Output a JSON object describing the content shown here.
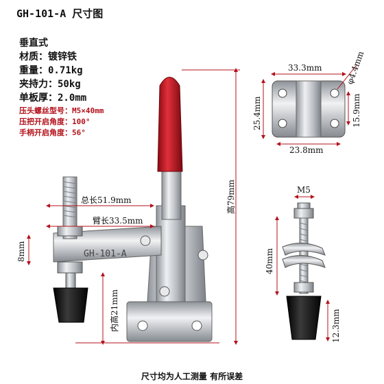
{
  "title": "GH-101-A 尺寸图",
  "specs": {
    "type": "垂直式",
    "material": "材质：镀锌铁",
    "weight": "重量：0.71kg",
    "clamp_force": "夹持力：50kg",
    "plate_thickness": "单板厚：2.0mm",
    "screw_spec": "压头螺丝型号：M5×40mm",
    "press_angle": "压把开启角度：100°",
    "handle_angle": "手柄开启角度：56°"
  },
  "dimensions": {
    "total_length": "总长51.9mm",
    "arm_length": "臂长33.5mm",
    "arm_height": "8mm",
    "inner_height": "内高21mm",
    "total_height": "高79mm",
    "base_width_top": "33.3mm",
    "hole_diameter": "φ4.4mm",
    "base_height": "25.4mm",
    "hole_spacing_v": "15.9mm",
    "base_width_bottom": "23.8mm",
    "screw_thread": "M5",
    "screw_length": "40mm",
    "tip_height": "12.3mm"
  },
  "arm_marking": "GH-101-A",
  "footer": "尺寸均为人工测量 有所误差",
  "colors": {
    "handle_red": "#c4111c",
    "metal": "#c9ccd0",
    "rubber": "#1a1a1a",
    "annotation_red": "#b3121b"
  }
}
